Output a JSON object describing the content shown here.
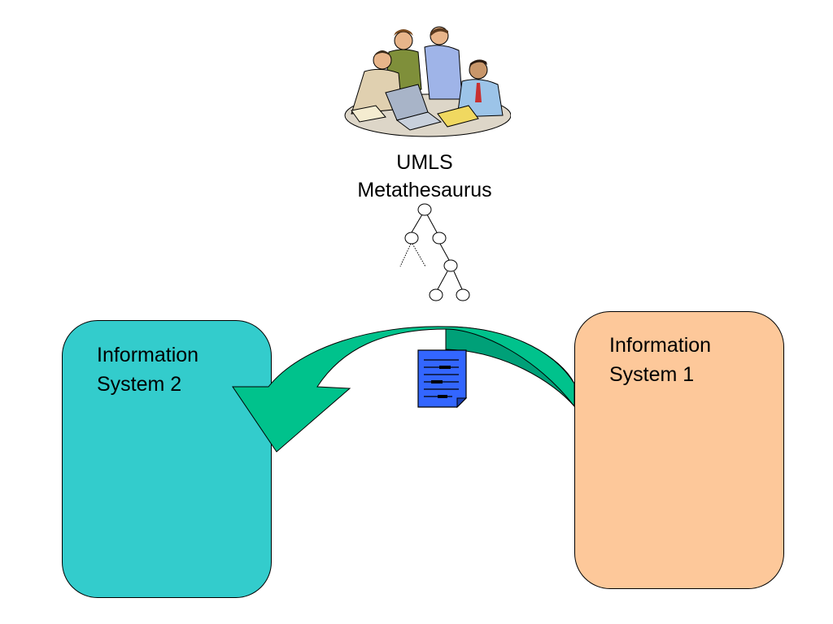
{
  "metathesaurus": {
    "line1": "UMLS",
    "line2": "Metathesaurus"
  },
  "system1": {
    "line1": "Information",
    "line2": "System 1",
    "color": "#fdc89a"
  },
  "system2": {
    "line1": "Information",
    "line2": "System 2",
    "color": "#33cccc"
  },
  "arrow": {
    "color": "#00c28c",
    "dark_color": "#00a078"
  },
  "document": {
    "color": "#3366ff"
  },
  "icons": {
    "people": "people-at-laptop-icon",
    "tree": "concept-tree-icon",
    "document": "document-icon"
  }
}
